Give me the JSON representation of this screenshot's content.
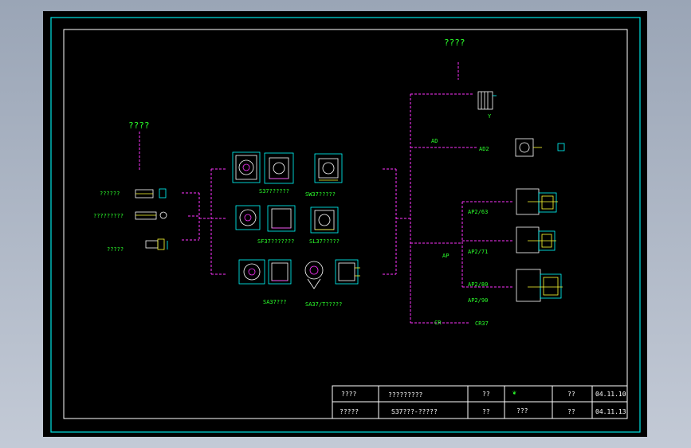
{
  "drawing": {
    "headers": {
      "left": "????",
      "top_right": "????"
    },
    "left_labels": [
      "??????",
      "?????????",
      "?????"
    ],
    "center_labels": [
      "S37??????",
      "SW37?????",
      "SF37???????",
      "SL37?????",
      "SA37???",
      "SA37/T?????"
    ],
    "right_labels": {
      "ad": "AD",
      "ad02": "AD2",
      "y": "Y",
      "ap": "AP",
      "ap63": "AP2/63",
      "ap71": "AP2/71",
      "ap80": "AP2/80",
      "ap90": "AP2/90",
      "cr": "CR",
      "cr37": "CR37"
    }
  },
  "title_block": {
    "row1": [
      "????",
      "?????????",
      "??",
      "",
      "??",
      "04.11.10"
    ],
    "row2": [
      "?????",
      "S37???-?????",
      "??",
      "???",
      "??",
      "04.11.13"
    ]
  },
  "colors": {
    "background": "#000000",
    "frame": "#00ffff",
    "text_green": "#2bff2b",
    "connector": "#ff33ff",
    "component_white": "#ffffff"
  }
}
